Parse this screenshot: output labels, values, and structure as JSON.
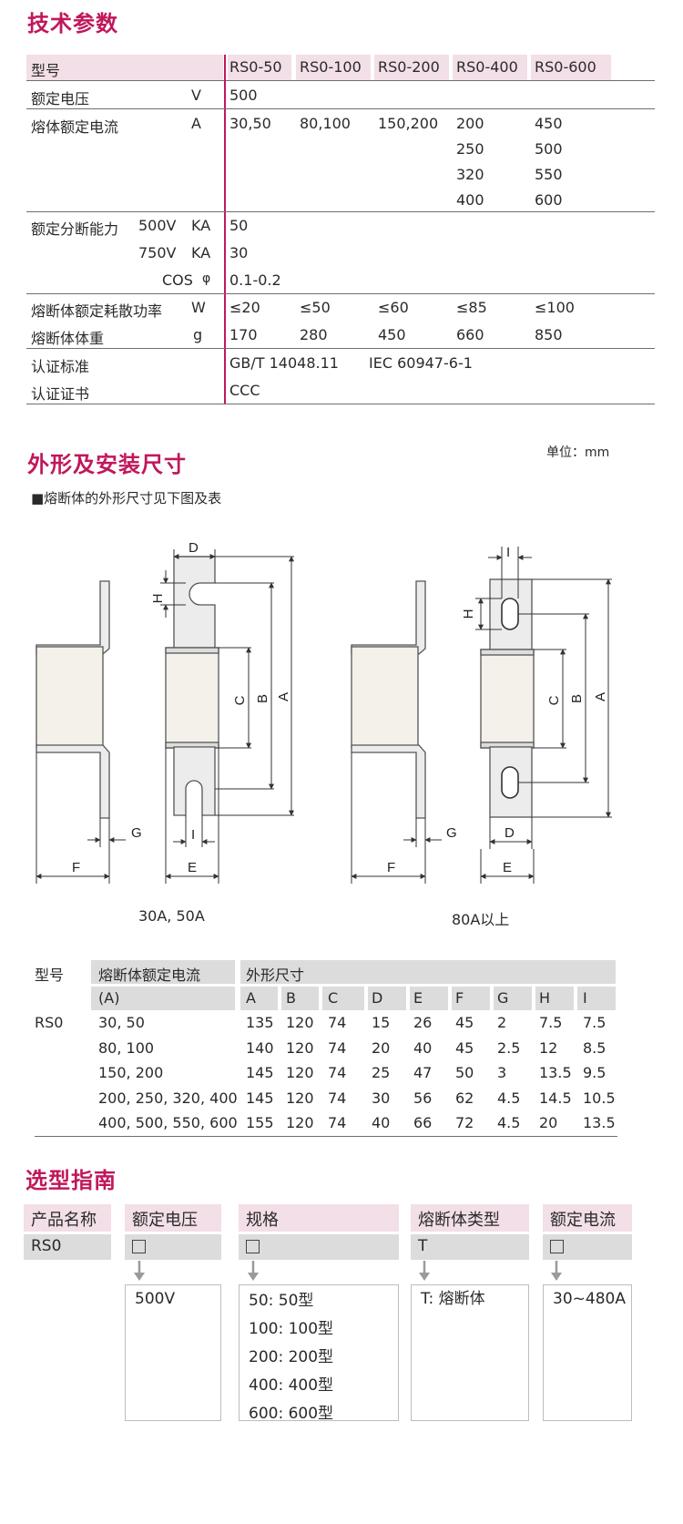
{
  "spec": {
    "title": "技术参数",
    "header": {
      "label": "型号",
      "models": [
        "RS0-50",
        "RS0-100",
        "RS0-200",
        "RS0-400",
        "RS0-600"
      ]
    },
    "rated_voltage": {
      "label": "额定电压",
      "unit": "V",
      "value": "500"
    },
    "fuse_current": {
      "label": "熔体额定电流",
      "unit": "A",
      "values": [
        "30,50",
        "80,100",
        "150,200"
      ],
      "col4": [
        "200",
        "250",
        "320",
        "400"
      ],
      "col5": [
        "450",
        "500",
        "550",
        "600"
      ]
    },
    "breaking": {
      "label": "额定分断能力",
      "v1": "500V",
      "u1": "KA",
      "val1": "50",
      "v2": "750V",
      "u2": "KA",
      "val2": "30",
      "cos_label": "COS",
      "phi": "φ",
      "cos_value": "0.1-0.2"
    },
    "power": {
      "label": "熔断体额定耗散功率",
      "unit": "W",
      "values": [
        "≤20",
        "≤50",
        "≤60",
        "≤85",
        "≤100"
      ]
    },
    "weight": {
      "label": "熔断体体重",
      "unit": "g",
      "values": [
        "170",
        "280",
        "450",
        "660",
        "850"
      ]
    },
    "standard": {
      "label": "认证标准",
      "v1": "GB/T 14048.11",
      "v2": "IEC 60947-6-1"
    },
    "cert": {
      "label": "认证证书",
      "value": "CCC"
    }
  },
  "shape": {
    "title": "外形及安装尺寸",
    "unit_note": "单位：mm",
    "bullet": "■熔断体的外形尺寸见下图及表",
    "caption_left": "30A, 50A",
    "caption_right": "80A以上",
    "dim_letters": {
      "A": "A",
      "B": "B",
      "C": "C",
      "D": "D",
      "E": "E",
      "F": "F",
      "G": "G",
      "H": "H",
      "I": "I"
    }
  },
  "dims": {
    "h_model": "型号",
    "h_current": "熔断体额定电流",
    "h_dims": "外形尺寸",
    "sub_unit": "(A)",
    "cols": [
      "A",
      "B",
      "C",
      "D",
      "E",
      "F",
      "G",
      "H",
      "I"
    ],
    "model": "RS0",
    "rows": [
      {
        "current": "30, 50",
        "vals": [
          "135",
          "120",
          "74",
          "15",
          "26",
          "45",
          "2",
          "7.5",
          "7.5"
        ]
      },
      {
        "current": "80, 100",
        "vals": [
          "140",
          "120",
          "74",
          "20",
          "40",
          "45",
          "2.5",
          "12",
          "8.5"
        ]
      },
      {
        "current": "150, 200",
        "vals": [
          "145",
          "120",
          "74",
          "25",
          "47",
          "50",
          "3",
          "13.5",
          "9.5"
        ]
      },
      {
        "current": "200, 250, 320, 400",
        "vals": [
          "145",
          "120",
          "74",
          "30",
          "56",
          "62",
          "4.5",
          "14.5",
          "10.5"
        ]
      },
      {
        "current": "400, 500, 550, 600",
        "vals": [
          "155",
          "120",
          "74",
          "40",
          "66",
          "72",
          "4.5",
          "20",
          "13.5"
        ]
      }
    ]
  },
  "selection": {
    "title": "选型指南",
    "headers": [
      "产品名称",
      "额定电压",
      "规格",
      "熔断体类型",
      "额定电流"
    ],
    "product": "RS0",
    "type_code": "T",
    "voltage_options": [
      "500V"
    ],
    "spec_options": [
      "50: 50型",
      "100: 100型",
      "200: 200型",
      "400: 400型",
      "600: 600型"
    ],
    "type_options": [
      "T: 熔断体"
    ],
    "current_options": [
      "30~480A"
    ]
  }
}
